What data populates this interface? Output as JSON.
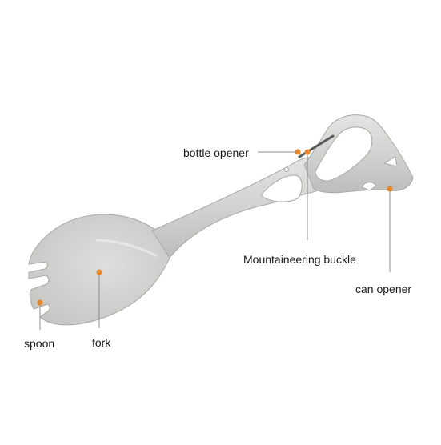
{
  "labels": {
    "bottle_opener": "bottle opener",
    "mountaineering_buckle": "Mountaineering buckle",
    "can_opener": "can opener",
    "spoon": "spoon",
    "fork": "fork"
  },
  "colors": {
    "background": "#ffffff",
    "tool_body": "#d6d6d4",
    "tool_edge": "#a9a9a6",
    "callout_dot": "#e8862a",
    "leader_line": "#8c8c8c",
    "label_text": "#1a1a1a"
  }
}
